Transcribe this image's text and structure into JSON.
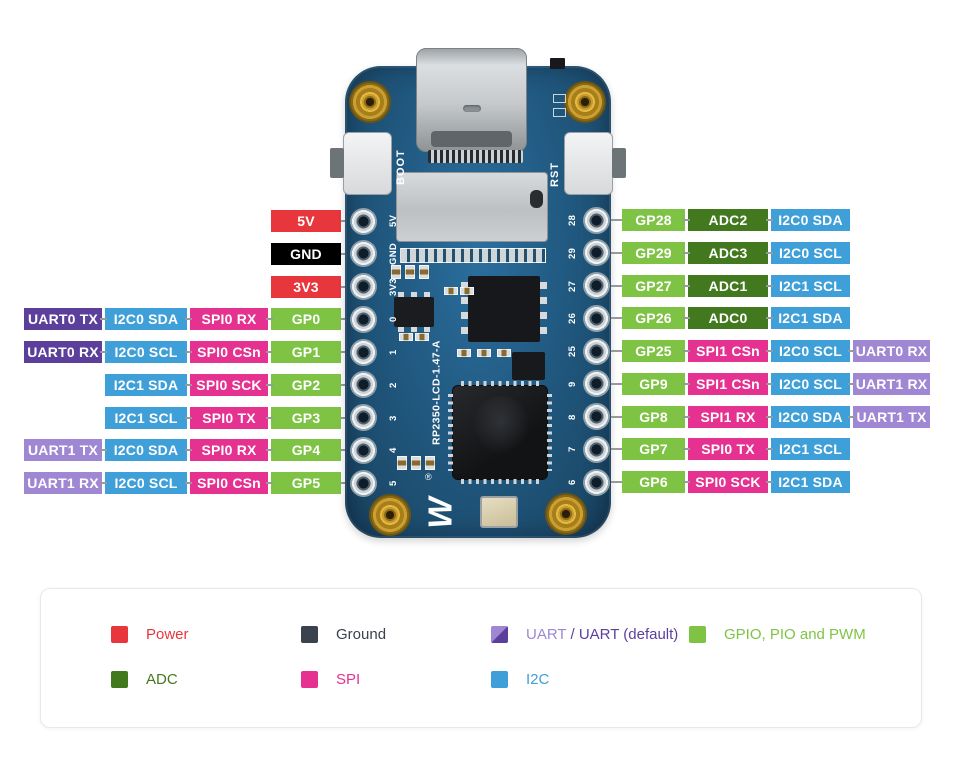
{
  "colors": {
    "power": "#e8363d",
    "ground_pin": "#000000",
    "ground_legend": "#3a4250",
    "gpio": "#7fc345",
    "adc": "#42791f",
    "spi": "#e5318f",
    "i2c": "#3f9fd8",
    "uart": "#9f87d3",
    "uart_default": "#5b3f9b",
    "connector_line": "#97999c",
    "pcb": "#1f567c"
  },
  "board": {
    "model_silkscreen": "RP2350-LCD-1.47-A",
    "boot_button_label": "BOOT",
    "reset_button_label": "RST",
    "brand_mark": "W",
    "registered_mark": "®",
    "left_silkscreen": [
      "5V",
      "GND",
      "3V3",
      "0",
      "1",
      "2",
      "3",
      "4",
      "5"
    ],
    "right_silkscreen": [
      "28",
      "29",
      "27",
      "26",
      "25",
      "9",
      "8",
      "7",
      "6"
    ]
  },
  "left_rows": [
    {
      "pin": "5V",
      "cells": [
        {
          "t": "power",
          "l": "5V"
        }
      ]
    },
    {
      "pin": "GND",
      "cells": [
        {
          "t": "ground",
          "l": "GND"
        }
      ]
    },
    {
      "pin": "3V3",
      "cells": [
        {
          "t": "power",
          "l": "3V3"
        }
      ]
    },
    {
      "pin": "GP0",
      "cells": [
        {
          "t": "uartd",
          "l": "UART0 TX"
        },
        {
          "t": "i2c",
          "l": "I2C0 SDA"
        },
        {
          "t": "spi",
          "l": "SPI0 RX"
        },
        {
          "t": "gpio",
          "l": "GP0"
        }
      ]
    },
    {
      "pin": "GP1",
      "cells": [
        {
          "t": "uartd",
          "l": "UART0 RX"
        },
        {
          "t": "i2c",
          "l": "I2C0 SCL"
        },
        {
          "t": "spi",
          "l": "SPI0 CSn"
        },
        {
          "t": "gpio",
          "l": "GP1"
        }
      ]
    },
    {
      "pin": "GP2",
      "cells": [
        {
          "t": "i2c",
          "l": "I2C1 SDA"
        },
        {
          "t": "spi",
          "l": "SPI0 SCK"
        },
        {
          "t": "gpio",
          "l": "GP2"
        }
      ]
    },
    {
      "pin": "GP3",
      "cells": [
        {
          "t": "i2c",
          "l": "I2C1 SCL"
        },
        {
          "t": "spi",
          "l": "SPI0 TX"
        },
        {
          "t": "gpio",
          "l": "GP3"
        }
      ]
    },
    {
      "pin": "GP4",
      "cells": [
        {
          "t": "uart",
          "l": "UART1 TX"
        },
        {
          "t": "i2c",
          "l": "I2C0 SDA"
        },
        {
          "t": "spi",
          "l": "SPI0 RX"
        },
        {
          "t": "gpio",
          "l": "GP4"
        }
      ]
    },
    {
      "pin": "GP5",
      "cells": [
        {
          "t": "uart",
          "l": "UART1 RX"
        },
        {
          "t": "i2c",
          "l": "I2C0 SCL"
        },
        {
          "t": "spi",
          "l": "SPI0 CSn"
        },
        {
          "t": "gpio",
          "l": "GP5"
        }
      ]
    }
  ],
  "right_rows": [
    {
      "pin": "GP28",
      "cells": [
        {
          "t": "gpio",
          "l": "GP28"
        },
        {
          "t": "adc",
          "l": "ADC2"
        },
        {
          "t": "i2c",
          "l": "I2C0 SDA"
        }
      ]
    },
    {
      "pin": "GP29",
      "cells": [
        {
          "t": "gpio",
          "l": "GP29"
        },
        {
          "t": "adc",
          "l": "ADC3"
        },
        {
          "t": "i2c",
          "l": "I2C0 SCL"
        }
      ]
    },
    {
      "pin": "GP27",
      "cells": [
        {
          "t": "gpio",
          "l": "GP27"
        },
        {
          "t": "adc",
          "l": "ADC1"
        },
        {
          "t": "i2c",
          "l": "I2C1 SCL"
        }
      ]
    },
    {
      "pin": "GP26",
      "cells": [
        {
          "t": "gpio",
          "l": "GP26"
        },
        {
          "t": "adc",
          "l": "ADC0"
        },
        {
          "t": "i2c",
          "l": "I2C1 SDA"
        }
      ]
    },
    {
      "pin": "GP25",
      "cells": [
        {
          "t": "gpio",
          "l": "GP25"
        },
        {
          "t": "spi",
          "l": "SPI1 CSn"
        },
        {
          "t": "i2c",
          "l": "I2C0 SCL"
        },
        {
          "t": "uart",
          "l": "UART0 RX"
        }
      ]
    },
    {
      "pin": "GP9",
      "cells": [
        {
          "t": "gpio",
          "l": "GP9"
        },
        {
          "t": "spi",
          "l": "SPI1 CSn"
        },
        {
          "t": "i2c",
          "l": "I2C0 SCL"
        },
        {
          "t": "uart",
          "l": "UART1 RX"
        }
      ]
    },
    {
      "pin": "GP8",
      "cells": [
        {
          "t": "gpio",
          "l": "GP8"
        },
        {
          "t": "spi",
          "l": "SPI1 RX"
        },
        {
          "t": "i2c",
          "l": "I2C0 SDA"
        },
        {
          "t": "uart",
          "l": "UART1 TX"
        }
      ]
    },
    {
      "pin": "GP7",
      "cells": [
        {
          "t": "gpio",
          "l": "GP7"
        },
        {
          "t": "spi",
          "l": "SPI0 TX"
        },
        {
          "t": "i2c",
          "l": "I2C1 SCL"
        }
      ]
    },
    {
      "pin": "GP6",
      "cells": [
        {
          "t": "gpio",
          "l": "GP6"
        },
        {
          "t": "spi",
          "l": "SPI0 SCK"
        },
        {
          "t": "i2c",
          "l": "I2C1 SDA"
        }
      ]
    }
  ],
  "legend": {
    "rows": [
      [
        {
          "swatch": "power",
          "label": "Power",
          "text": "power"
        },
        {
          "swatch": "ground",
          "label": "Ground",
          "text": "ground"
        },
        {
          "swatch": "uart_split",
          "parts": [
            {
              "text": "UART",
              "color": "uart"
            },
            {
              "text": " / ",
              "color": "uart_default"
            },
            {
              "text": "UART (default)",
              "color": "uart_default"
            }
          ]
        },
        {
          "swatch": "gpio",
          "label": "GPIO, PIO and PWM",
          "text": "gpio"
        }
      ],
      [
        {
          "swatch": "adc",
          "label": "ADC",
          "text": "adc"
        },
        {
          "swatch": "spi",
          "label": "SPI",
          "text": "spi"
        },
        {
          "swatch": "i2c",
          "label": "I2C",
          "text": "i2c"
        }
      ]
    ]
  }
}
